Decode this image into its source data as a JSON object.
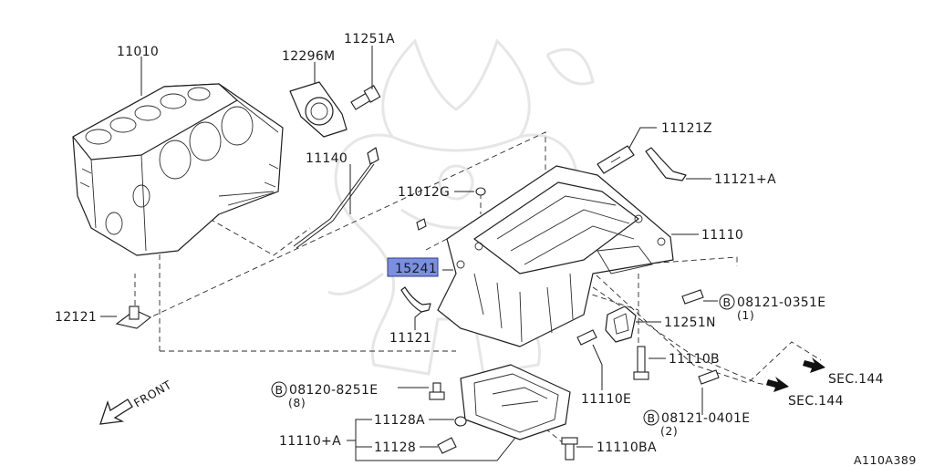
{
  "diagram": {
    "callouts": {
      "c11010": "11010",
      "c12296m": "12296M",
      "c11251a": "11251A",
      "c11140": "11140",
      "c11121z": "11121Z",
      "c11121a": "11121+A",
      "c11012g": "11012G",
      "c11110": "11110",
      "c15241": "15241",
      "c08121_0351e": "08121-0351E",
      "c08121_0351e_qty": "(1)",
      "c12121": "12121",
      "c11251n": "11251N",
      "c11121": "11121",
      "c11110b": "11110B",
      "sec144_upper": "SEC.144",
      "sec144_lower": "SEC.144",
      "c08120_8251e": "08120-8251E",
      "c08120_8251e_qty": "(8)",
      "c11110e": "11110E",
      "c08121_0401e": "08121-0401E",
      "c08121_0401e_qty": "(2)",
      "c11128a": "11128A",
      "c11110a": "11110+A",
      "c11128": "11128",
      "c11110ba": "11110BA",
      "front": "FRONT",
      "circle_b": "B",
      "figure_code": "A110A389"
    },
    "highlight_color": "#7b8fe0",
    "icons": [
      "front-arrow-icon",
      "sec144-arrow-icon",
      "circle-b-icon",
      "watermark-logo"
    ]
  }
}
